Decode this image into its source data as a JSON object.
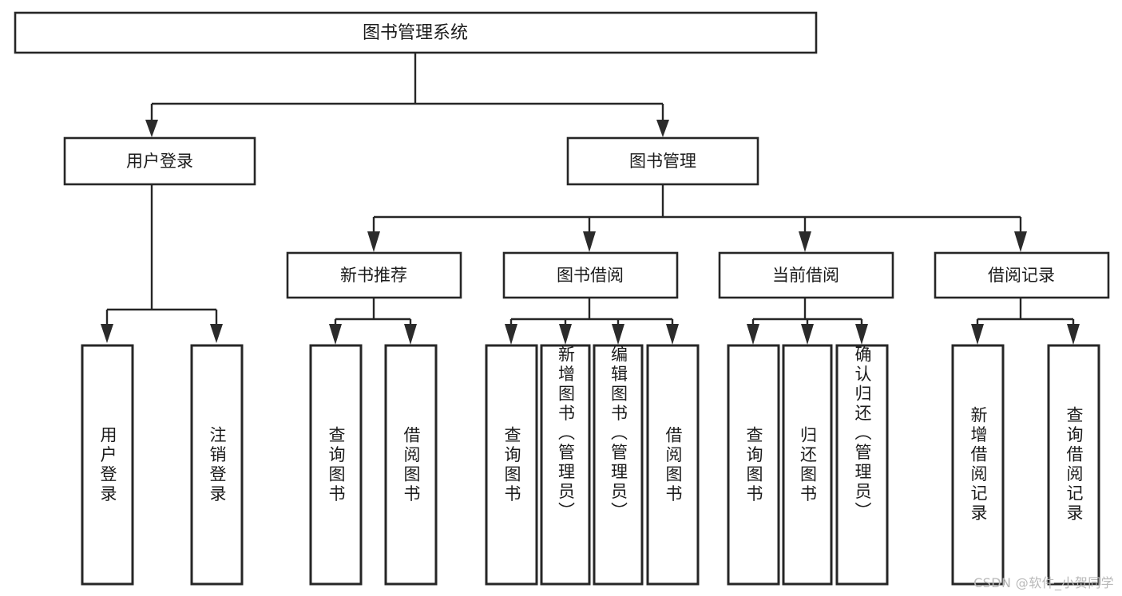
{
  "diagram": {
    "title": "图书管理系统",
    "type": "tree",
    "watermark": "CSDN @软件_小贺同学",
    "colors": {
      "box_stroke": "#262626",
      "box_fill": "#ffffff",
      "connector": "#262626",
      "text": "#1b1b1b",
      "watermark": "#b8b8b8",
      "background": "#ffffff"
    },
    "root": {
      "label": "图书管理系统"
    },
    "level2": [
      {
        "label": "用户登录"
      },
      {
        "label": "图书管理"
      }
    ],
    "level3": [
      {
        "label": "新书推荐"
      },
      {
        "label": "图书借阅"
      },
      {
        "label": "当前借阅"
      },
      {
        "label": "借阅记录"
      }
    ],
    "leaves": {
      "user_login": [
        {
          "label": "用户登录"
        },
        {
          "label": "注销登录"
        }
      ],
      "new_book_recommend": [
        {
          "label": "查询图书"
        },
        {
          "label": "借阅图书"
        }
      ],
      "book_borrow": [
        {
          "label": "查询图书"
        },
        {
          "label": "新增图书（管理员）"
        },
        {
          "label": "编辑图书（管理员）"
        },
        {
          "label": "借阅图书"
        }
      ],
      "current_borrow": [
        {
          "label": "查询图书"
        },
        {
          "label": "归还图书"
        },
        {
          "label": "确认归还（管理员）"
        }
      ],
      "borrow_record": [
        {
          "label": "新增借阅记录"
        },
        {
          "label": "查询借阅记录"
        }
      ]
    }
  },
  "chart_data": {
    "type": "table",
    "title": "图书管理系统 功能结构图",
    "nodes": [
      {
        "id": "root",
        "label": "图书管理系统",
        "level": 1,
        "parent": null
      },
      {
        "id": "user-login",
        "label": "用户登录",
        "level": 2,
        "parent": "root"
      },
      {
        "id": "book-manage",
        "label": "图书管理",
        "level": 2,
        "parent": "root"
      },
      {
        "id": "new-book",
        "label": "新书推荐",
        "level": 3,
        "parent": "book-manage"
      },
      {
        "id": "book-borrow",
        "label": "图书借阅",
        "level": 3,
        "parent": "book-manage"
      },
      {
        "id": "current-borrow",
        "label": "当前借阅",
        "level": 3,
        "parent": "book-manage"
      },
      {
        "id": "borrow-record",
        "label": "借阅记录",
        "level": 3,
        "parent": "book-manage"
      },
      {
        "id": "ul-1",
        "label": "用户登录",
        "level": 4,
        "parent": "user-login"
      },
      {
        "id": "ul-2",
        "label": "注销登录",
        "level": 4,
        "parent": "user-login"
      },
      {
        "id": "nb-1",
        "label": "查询图书",
        "level": 4,
        "parent": "new-book"
      },
      {
        "id": "nb-2",
        "label": "借阅图书",
        "level": 4,
        "parent": "new-book"
      },
      {
        "id": "bb-1",
        "label": "查询图书",
        "level": 4,
        "parent": "book-borrow"
      },
      {
        "id": "bb-2",
        "label": "新增图书（管理员）",
        "level": 4,
        "parent": "book-borrow"
      },
      {
        "id": "bb-3",
        "label": "编辑图书（管理员）",
        "level": 4,
        "parent": "book-borrow"
      },
      {
        "id": "bb-4",
        "label": "借阅图书",
        "level": 4,
        "parent": "book-borrow"
      },
      {
        "id": "cb-1",
        "label": "查询图书",
        "level": 4,
        "parent": "current-borrow"
      },
      {
        "id": "cb-2",
        "label": "归还图书",
        "level": 4,
        "parent": "current-borrow"
      },
      {
        "id": "cb-3",
        "label": "确认归还（管理员）",
        "level": 4,
        "parent": "current-borrow"
      },
      {
        "id": "br-1",
        "label": "新增借阅记录",
        "level": 4,
        "parent": "borrow-record"
      },
      {
        "id": "br-2",
        "label": "查询借阅记录",
        "level": 4,
        "parent": "borrow-record"
      }
    ]
  }
}
